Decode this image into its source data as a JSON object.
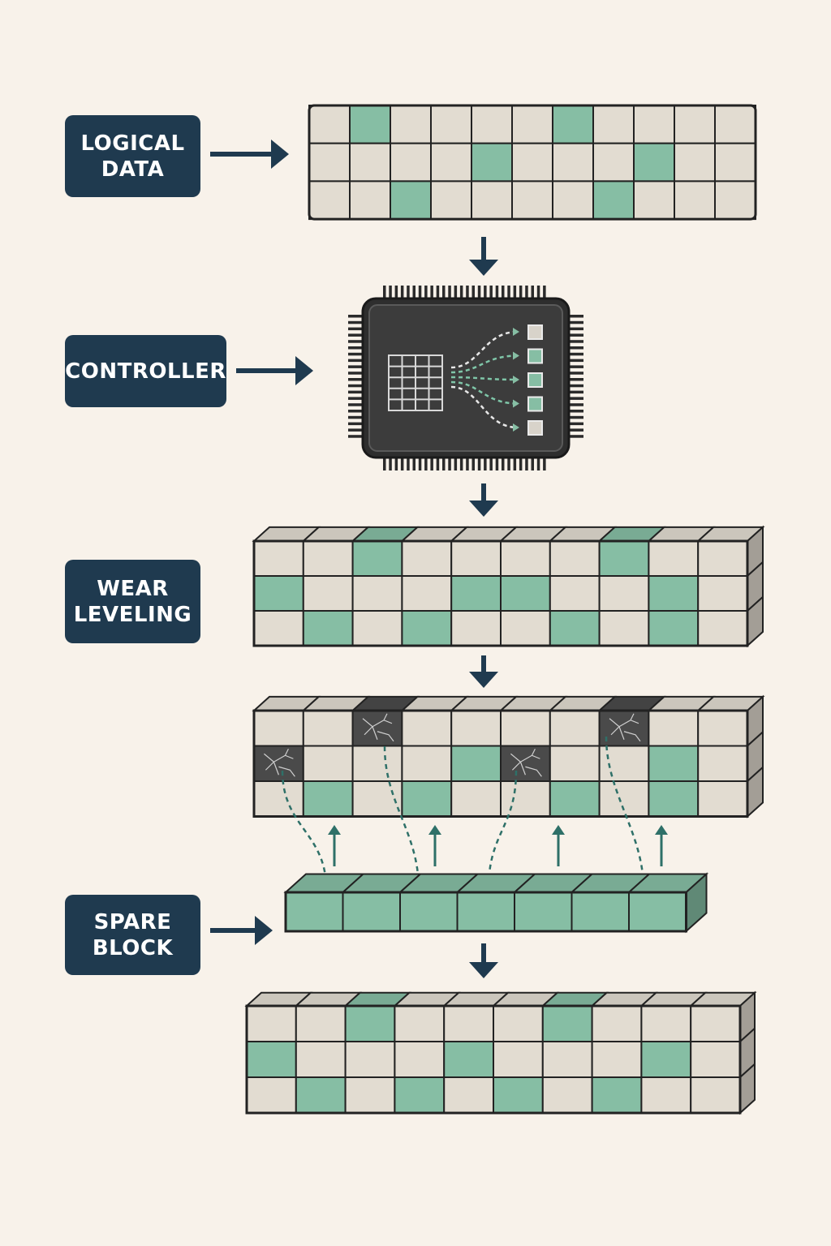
{
  "labels": {
    "logical_data": "LOGICAL\nDATA",
    "controller": "CONTROLLER",
    "wear_leveling": "WEAR\nLEVELING",
    "spare_block": "SPARE\nBLOCK"
  },
  "colors": {
    "background": "#f8f2ea",
    "label_fill": "#1f3a4f",
    "cell_empty": "#e2dcd1",
    "cell_green": "#86bea4",
    "cell_worn": "#4a4a4a",
    "chip_body": "#3c3c3c",
    "arrow": "#1f3a4f",
    "dashed_arrow": "#2e7068"
  },
  "icons": [
    "arrow-right-icon",
    "arrow-down-icon",
    "chip-icon",
    "crack-icon"
  ],
  "grids": {
    "logical": [
      [
        0,
        1,
        0,
        0,
        0,
        0,
        1,
        0,
        0,
        0,
        0
      ],
      [
        0,
        0,
        0,
        0,
        1,
        0,
        0,
        0,
        1,
        0,
        0
      ],
      [
        0,
        0,
        1,
        0,
        0,
        0,
        0,
        1,
        0,
        0,
        0
      ]
    ],
    "wear_leveling": [
      [
        0,
        0,
        1,
        0,
        0,
        0,
        0,
        1,
        0,
        0
      ],
      [
        1,
        0,
        0,
        0,
        1,
        1,
        0,
        0,
        1,
        0
      ],
      [
        0,
        1,
        0,
        1,
        0,
        0,
        1,
        0,
        1,
        0
      ]
    ],
    "worn": [
      [
        0,
        0,
        2,
        0,
        0,
        0,
        0,
        2,
        0,
        0
      ],
      [
        2,
        0,
        0,
        0,
        1,
        2,
        0,
        0,
        1,
        0
      ],
      [
        0,
        1,
        0,
        1,
        0,
        0,
        1,
        0,
        1,
        0
      ]
    ],
    "spare": [
      [
        1,
        1,
        1,
        1,
        1,
        1,
        1
      ]
    ],
    "result": [
      [
        0,
        0,
        1,
        0,
        0,
        0,
        1,
        0,
        0,
        0
      ],
      [
        1,
        0,
        0,
        0,
        1,
        0,
        0,
        0,
        1,
        0
      ],
      [
        0,
        1,
        0,
        1,
        0,
        1,
        0,
        1,
        0,
        0
      ]
    ]
  },
  "controller_outputs": [
    0,
    1,
    1,
    1,
    0
  ]
}
